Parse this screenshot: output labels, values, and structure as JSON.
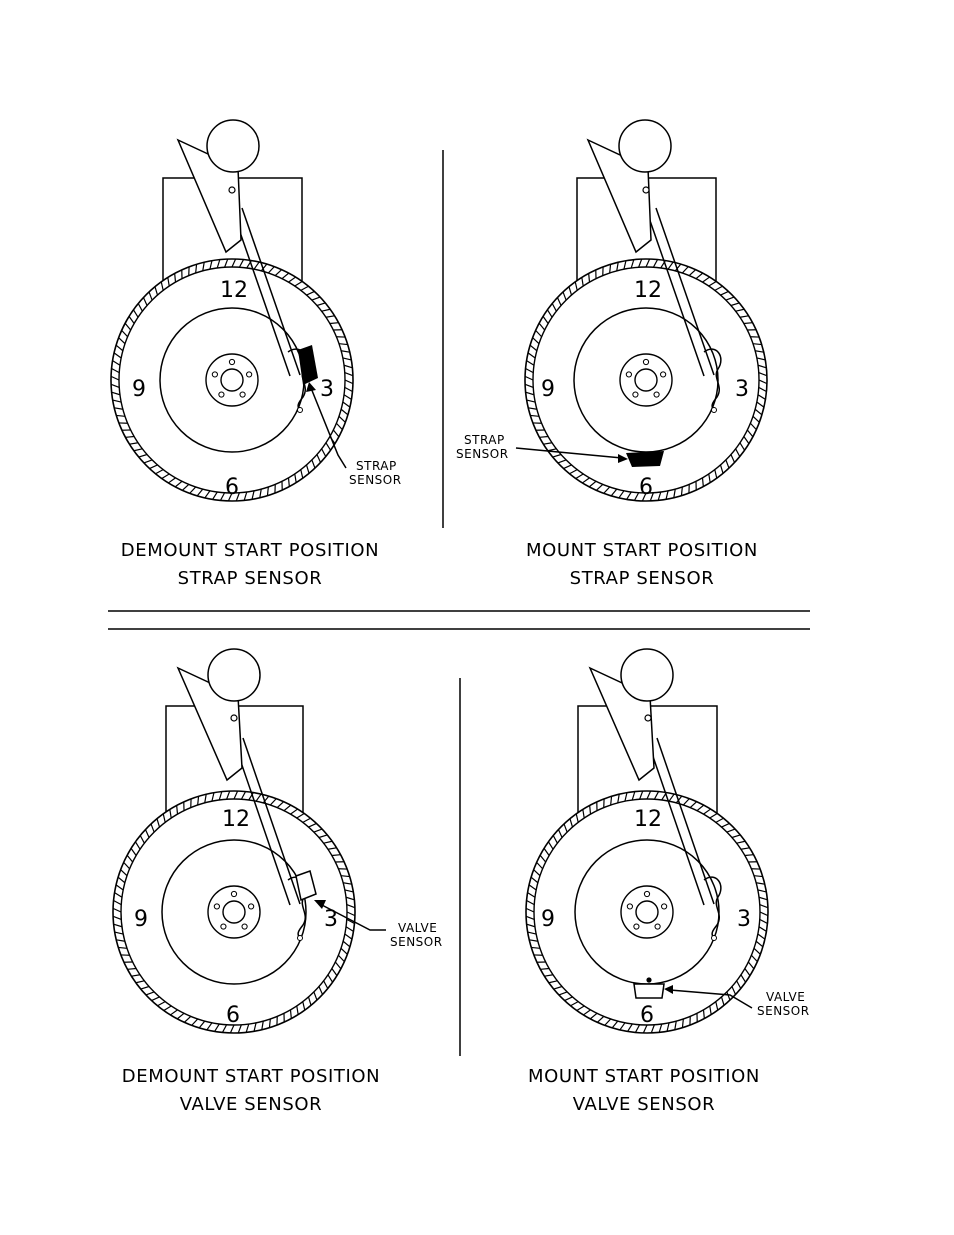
{
  "panels": [
    {
      "id": "demount-strap",
      "clock": {
        "n12": "12",
        "n3": "3",
        "n6": "6",
        "n9": "9"
      },
      "callout": {
        "line1": "STRAP",
        "line2": "SENSOR"
      },
      "caption": {
        "line1": "DEMOUNT START POSITION",
        "line2": "STRAP SENSOR"
      }
    },
    {
      "id": "mount-strap",
      "clock": {
        "n12": "12",
        "n3": "3",
        "n6": "6",
        "n9": "9"
      },
      "callout": {
        "line1": "STRAP",
        "line2": "SENSOR"
      },
      "caption": {
        "line1": "MOUNT START POSITION",
        "line2": "STRAP SENSOR"
      }
    },
    {
      "id": "demount-valve",
      "clock": {
        "n12": "12",
        "n3": "3",
        "n6": "6",
        "n9": "9"
      },
      "callout": {
        "line1": "VALVE",
        "line2": "SENSOR"
      },
      "caption": {
        "line1": "DEMOUNT START POSITION",
        "line2": "VALVE SENSOR"
      }
    },
    {
      "id": "mount-valve",
      "clock": {
        "n12": "12",
        "n3": "3",
        "n6": "6",
        "n9": "9"
      },
      "callout": {
        "line1": "VALVE",
        "line2": "SENSOR"
      },
      "caption": {
        "line1": "MOUNT START POSITION",
        "line2": "VALVE SENSOR"
      }
    }
  ],
  "colors": {
    "ink": "#000000",
    "paper": "#ffffff"
  }
}
